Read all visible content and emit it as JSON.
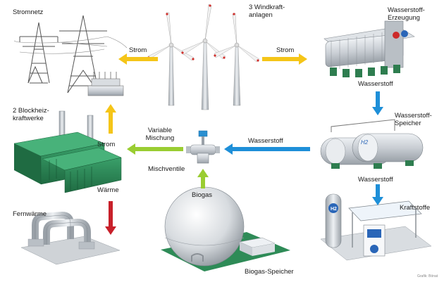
{
  "labels": {
    "stromnetz": "Stromnetz",
    "windkraft": "3 Windkraft-\nanlagen",
    "strom_left": "Strom",
    "strom_right": "Strom",
    "strom_up": "Strom",
    "wasserstoff_erzeugung": "Wasserstoff-\nErzeugung",
    "wasserstoff_down1": "Wasserstoff",
    "wasserstoff_speicher": "Wasserstoff-\nSpeicher",
    "wasserstoff_left": "Wasserstoff",
    "wasserstoff_down2": "Wasserstoff",
    "kraftstoffe": "Kraftstoffe",
    "blockheiz": "2 Blockheiz-\nkraftwerke",
    "variable_mischung": "Variable\nMischung",
    "mischventile": "Mischventile",
    "biogas": "Biogas",
    "waerme": "Wärme",
    "fernwaerme": "Fernwärme",
    "biogas_speicher": "Biogas-Speicher",
    "h2_tank": "H2",
    "h2_pump": "H2",
    "credit": "Grafik: Bönat"
  },
  "colors": {
    "arrow_yellow": "#f5c518",
    "arrow_blue": "#1e8fd8",
    "arrow_green": "#9acd32",
    "arrow_red": "#c8202a",
    "equipment_green": "#2e8b57",
    "metal_grey": "#c9ced4"
  },
  "icons": {
    "power_grid": "power-pylon-icon",
    "wind": "wind-turbine-icon",
    "electrolyzer": "electrolyzer-icon",
    "storage": "hydrogen-tank-icon",
    "fuel": "fuel-station-icon",
    "chp": "chp-container-icon",
    "valve": "valve-icon",
    "dome": "biogas-dome-icon",
    "pipes": "district-heating-pipe-icon"
  }
}
